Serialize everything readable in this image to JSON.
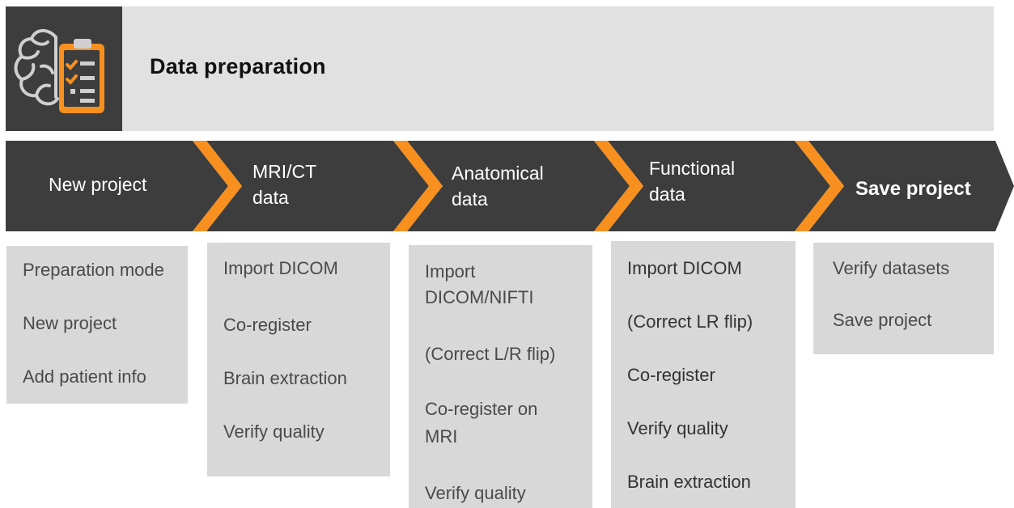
{
  "header": {
    "title": "Data preparation",
    "icon": "brain-checklist-icon"
  },
  "colors": {
    "band": "#3d3d3d",
    "chevron_accent": "#f7901e",
    "header_bg": "#e1e1e1",
    "box_bg": "#d8d8d8"
  },
  "steps": [
    {
      "label_lines": [
        "New project"
      ],
      "items": [
        "Preparation mode",
        "New project",
        "Add patient info"
      ]
    },
    {
      "label_lines": [
        "MRI/CT",
        "data"
      ],
      "items": [
        "Import DICOM",
        "Co-register",
        "Brain extraction",
        "Verify quality"
      ]
    },
    {
      "label_lines": [
        "Anatomical",
        "data"
      ],
      "items": [
        "Import",
        "DICOM/NIFTI",
        "(Correct L/R flip)",
        "Co-register on",
        "MRI",
        "Verify quality"
      ]
    },
    {
      "label_lines": [
        "Functional",
        "data"
      ],
      "items": [
        "Import DICOM",
        "(Correct LR flip)",
        "Co-register",
        "Verify quality",
        "Brain extraction"
      ]
    },
    {
      "label_lines": [
        "Save project"
      ],
      "items": [
        "Verify datasets",
        "Save project"
      ]
    }
  ]
}
